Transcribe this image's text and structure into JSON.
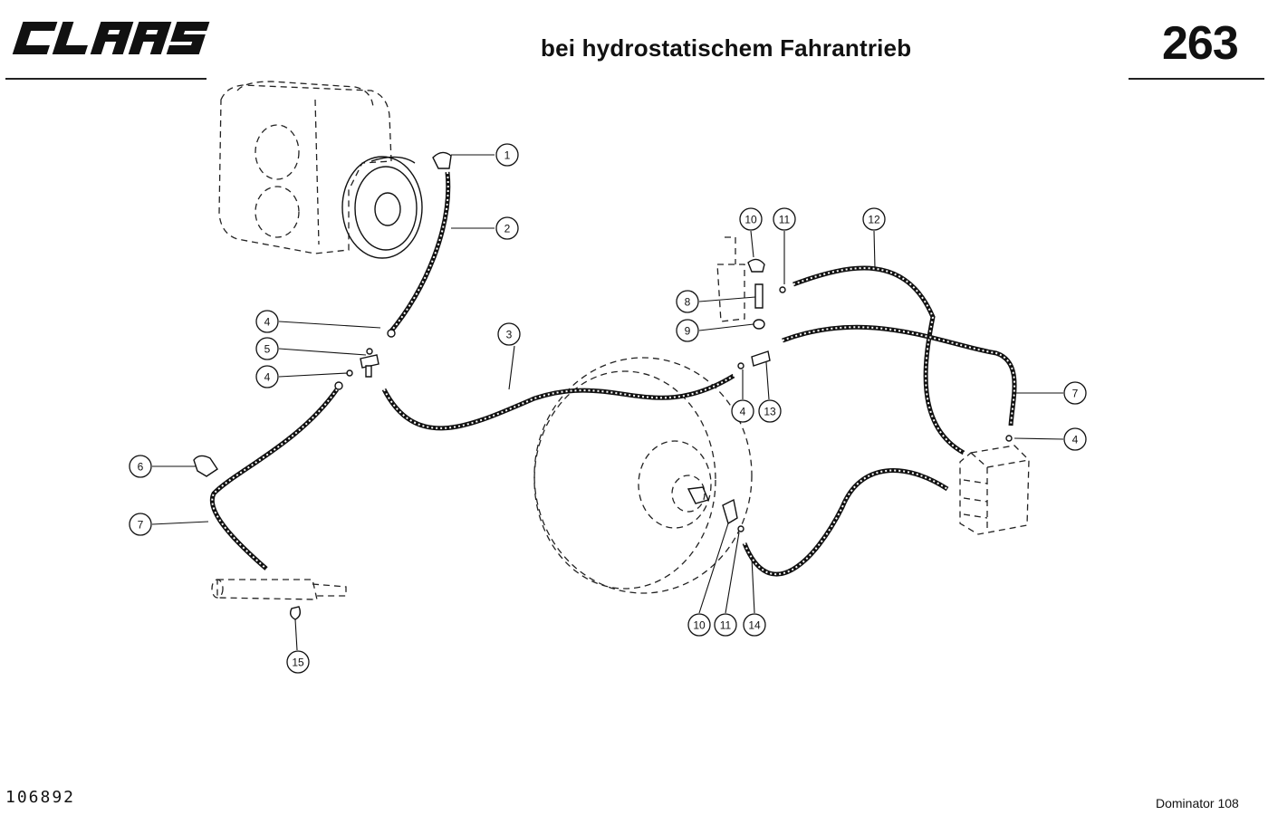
{
  "header": {
    "brand": "CLAAS",
    "title": "bei hydrostatischem Fahrantrieb",
    "page_number": "263"
  },
  "footer": {
    "drawing_number": "106892",
    "model": "Dominator 108"
  },
  "callouts": [
    {
      "label": "1"
    },
    {
      "label": "2"
    },
    {
      "label": "3"
    },
    {
      "label": "4"
    },
    {
      "label": "5"
    },
    {
      "label": "4"
    },
    {
      "label": "6"
    },
    {
      "label": "7"
    },
    {
      "label": "15"
    },
    {
      "label": "10"
    },
    {
      "label": "11"
    },
    {
      "label": "12"
    },
    {
      "label": "8"
    },
    {
      "label": "9"
    },
    {
      "label": "4"
    },
    {
      "label": "13"
    },
    {
      "label": "7"
    },
    {
      "label": "4"
    },
    {
      "label": "10"
    },
    {
      "label": "11"
    },
    {
      "label": "14"
    }
  ]
}
